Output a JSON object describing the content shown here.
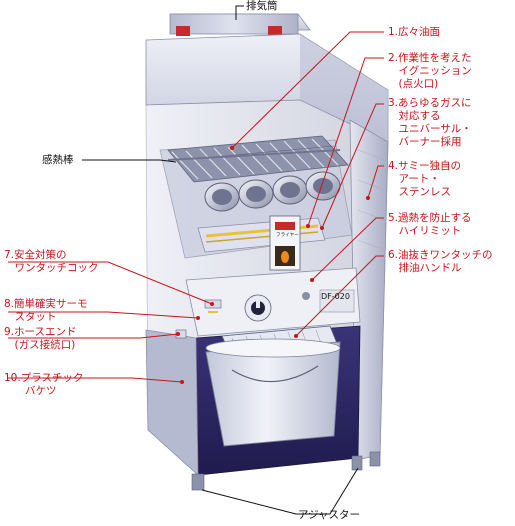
{
  "colors": {
    "callout_red": "#c8141c",
    "callout_black": "#111111",
    "body_steel": "#c9ccdc",
    "cabinet_dark": "#2a2460",
    "bucket_light": "#dde2ee"
  },
  "product_badge": "DF-020",
  "nameplate_text": "フライヤー",
  "labels": {
    "exhaust": "排気筒",
    "sensor_rod": "感熱棒",
    "adjuster": "アジャスター",
    "r1": "1.広々油面",
    "r2": "2.作業性を考えた\n　イグニッション\n　(点火口)",
    "r3": "3.あらゆるガスに\n　対応する\n　ユニバーサル・\n　バーナー採用",
    "r4": "4.サミー独自の\n　アート・\n　ステンレス",
    "r5": "5.過熱を防止する\n　ハイリミット",
    "r6": "6.油抜きワンタッチの\n　排油ハンドル",
    "l7": "7.安全対策の\n　ワンタッチコック",
    "l8": "8.簡単確実サーモ\n　スタット",
    "l9": "9.ホースエンド\n　(ガス接続口)",
    "l10": "10.プラスチック\n　　バケツ"
  }
}
